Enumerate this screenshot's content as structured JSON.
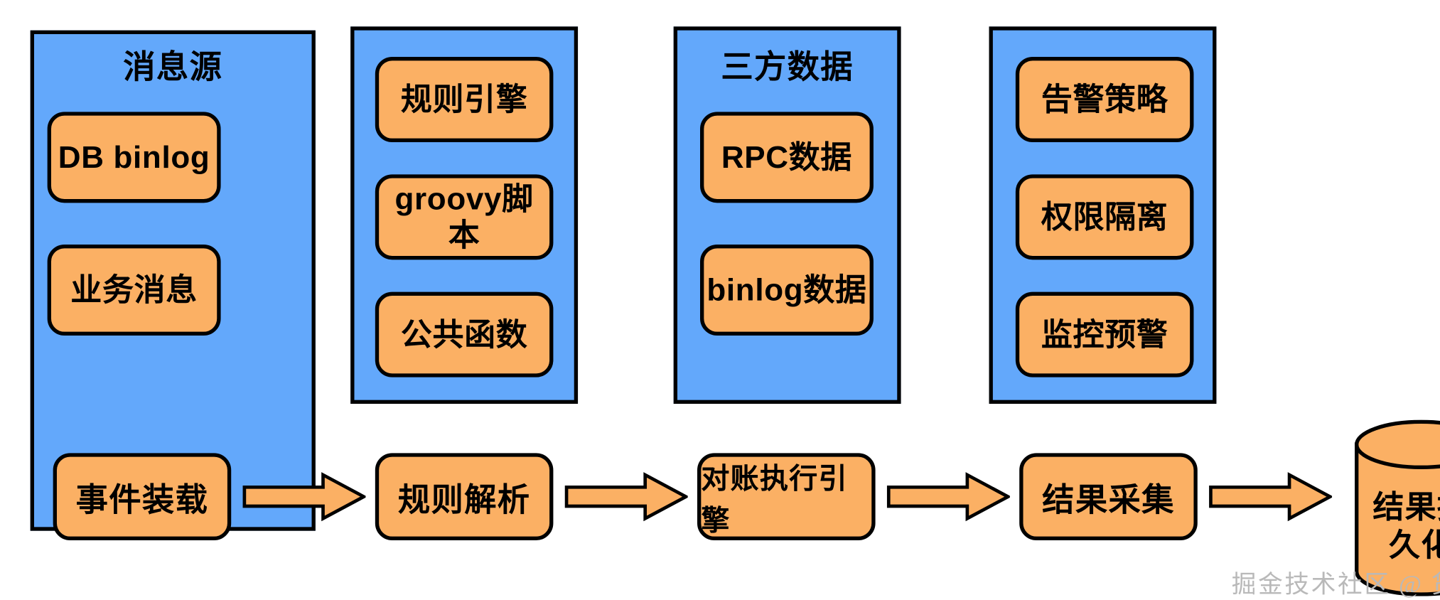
{
  "theme": {
    "blue": "#63A8FB",
    "orange": "#FBB064",
    "stroke": "#000000",
    "background": "#FFFFFF",
    "watermark_color": "#B9B9B9"
  },
  "groups": [
    {
      "id": "message-source",
      "title": "消息源",
      "has_title": true,
      "items": [
        {
          "label": "DB binlog"
        },
        {
          "label": "业务消息"
        }
      ]
    },
    {
      "id": "rule-engine-group",
      "title": "",
      "has_title": false,
      "items": [
        {
          "label": "规则引擎"
        },
        {
          "label": "groovy脚本"
        },
        {
          "label": "公共函数"
        }
      ]
    },
    {
      "id": "third-party-data",
      "title": "三方数据",
      "has_title": true,
      "items": [
        {
          "label": "RPC数据"
        },
        {
          "label": "binlog数据"
        }
      ]
    },
    {
      "id": "governance-group",
      "title": "",
      "has_title": false,
      "items": [
        {
          "label": "告警策略"
        },
        {
          "label": "权限隔离"
        },
        {
          "label": "监控预警"
        }
      ]
    }
  ],
  "flow": {
    "steps": [
      {
        "label": "事件装载",
        "shape": "rounded-rect"
      },
      {
        "label": "规则解析",
        "shape": "rounded-rect"
      },
      {
        "label": "对账执行引擎",
        "shape": "rounded-rect"
      },
      {
        "label": "结果采集",
        "shape": "rounded-rect"
      },
      {
        "label": "结果持久化",
        "shape": "cylinder",
        "line1": "结果持",
        "line2": "久化"
      }
    ],
    "arrow_count": 4,
    "arrow_direction": "right"
  },
  "watermark": {
    "text": "掘金技术社区 @ 货拉拉技术"
  }
}
